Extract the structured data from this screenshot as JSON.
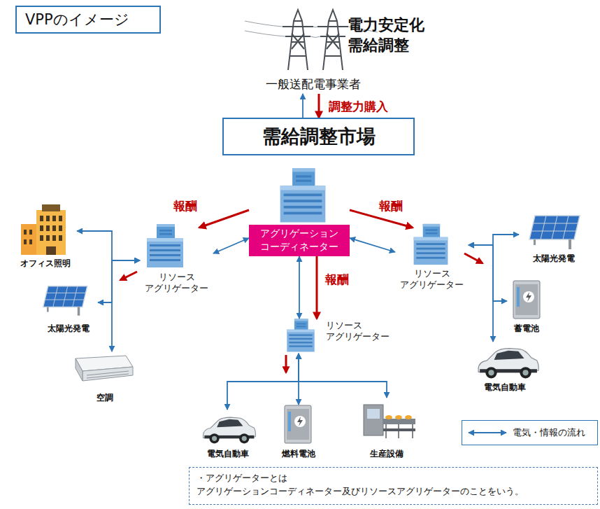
{
  "diagram": {
    "title": "VPPのイメージ",
    "nodes": [
      {
        "text": [
          "一般送配電事業者"
        ]
      },
      {
        "text": [
          "需給調整市場"
        ]
      },
      {
        "text": [
          "アグリゲーション コーディネーター"
        ]
      },
      {
        "text": [
          "リソース アグリゲーター"
        ]
      },
      {
        "text": [
          "リソース アグリゲーター"
        ]
      },
      {
        "text": [
          "リソース アグリゲーター"
        ]
      },
      {
        "text": [
          "オフィス照明"
        ]
      },
      {
        "text": [
          "太陽光発電"
        ]
      },
      {
        "text": [
          "空調"
        ]
      },
      {
        "text": [
          "太陽光発電"
        ]
      },
      {
        "text": [
          "蓄電池"
        ]
      },
      {
        "text": [
          "電気自動車"
        ]
      },
      {
        "text": [
          "電気自動車"
        ]
      },
      {
        "text": [
          "燃料電池"
        ]
      },
      {
        "text": [
          "生産設備"
        ]
      },
      {
        "text": [
          "・アグリゲーターとは アグリゲーションコーディネーター及びリソースアグリゲーターのことをいう。"
        ]
      }
    ],
    "edges": [
      {
        "from": 1,
        "to": 0,
        "arrow": "to"
      },
      {
        "from": 0,
        "to": 1,
        "arrow": "to",
        "label": "調整力購入"
      },
      {
        "from": 2,
        "to": 3,
        "arrow": "both"
      },
      {
        "from": 2,
        "to": 3,
        "arrow": "to",
        "label": "報酬"
      },
      {
        "from": 2,
        "to": 4,
        "arrow": "both"
      },
      {
        "from": 2,
        "to": 4,
        "arrow": "to",
        "label": "報酬"
      },
      {
        "from": 2,
        "to": 5,
        "arrow": "both"
      },
      {
        "from": 2,
        "to": 5,
        "arrow": "to",
        "label": "報酬"
      },
      {
        "from": 3,
        "to": 6,
        "arrow": "both"
      },
      {
        "from": 3,
        "to": 7,
        "arrow": "both"
      },
      {
        "from": 3,
        "to": 8,
        "arrow": "both"
      },
      {
        "from": 4,
        "to": 9,
        "arrow": "both"
      },
      {
        "from": 4,
        "to": 10,
        "arrow": "both"
      },
      {
        "from": 4,
        "to": 11,
        "arrow": "both"
      },
      {
        "from": 5,
        "to": 12,
        "arrow": "both"
      },
      {
        "from": 5,
        "to": 13,
        "arrow": "both"
      },
      {
        "from": 5,
        "to": 14,
        "arrow": "both"
      }
    ],
    "labels": [
      "電力安定化 需給調整"
    ],
    "legend": [
      {
        "text": "電気・情報の流れ"
      }
    ]
  }
}
